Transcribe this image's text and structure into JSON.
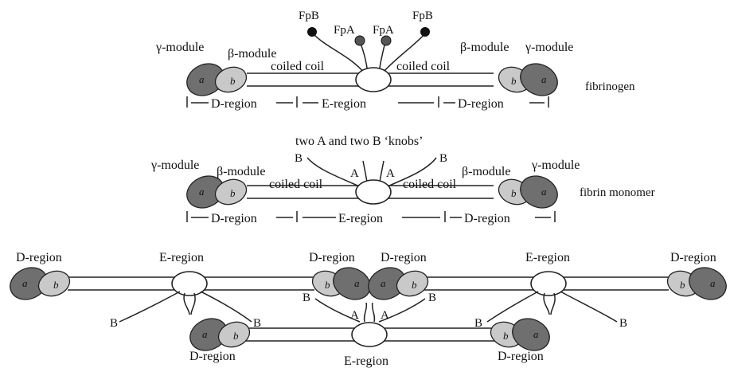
{
  "fibrinogen": {
    "gamma_left": "γ-module",
    "beta_left": "β-module",
    "beta_right": "β-module",
    "gamma_right": "γ-module",
    "coil_left": "coiled coil",
    "coil_right": "coiled coil",
    "fpb_left": "FpB",
    "fpa_left": "FpA",
    "fpa_right": "FpA",
    "fpb_right": "FpB",
    "d_left": "D-region",
    "e_center": "E-region",
    "d_right": "D-region",
    "name": "fibrinogen",
    "sub_a": "a",
    "sub_b": "b"
  },
  "fibrin_monomer": {
    "knobs": "two A and two B ‘knobs’",
    "b_left": "B",
    "a_left": "A",
    "a_right": "A",
    "b_right": "B",
    "gamma_left": "γ-module",
    "beta_left": "β-module",
    "beta_right": "β-module",
    "gamma_right": "γ-module",
    "coil_left": "coiled coil",
    "coil_right": "coiled coil",
    "d_left": "D-region",
    "e_center": "E-region",
    "d_right": "D-region",
    "name": "fibrin monomer",
    "sub_a": "a",
    "sub_b": "b"
  },
  "protofibril": {
    "d_top_left": "D-region",
    "e_top_left": "E-region",
    "d_top_mid_left": "D-region",
    "d_top_mid_right": "D-region",
    "e_top_right": "E-region",
    "d_top_right": "D-region",
    "d_bottom_left": "D-region",
    "e_bottom_center": "E-region",
    "d_bottom_right": "D-region",
    "b_far_left": "B",
    "b_lower_left": "B",
    "b_mid_left": "B",
    "b_mid_right": "B",
    "a_left": "A",
    "a_right": "A",
    "b_lower_right": "B",
    "b_far_right": "B",
    "sub_a": "a",
    "sub_b": "b"
  }
}
